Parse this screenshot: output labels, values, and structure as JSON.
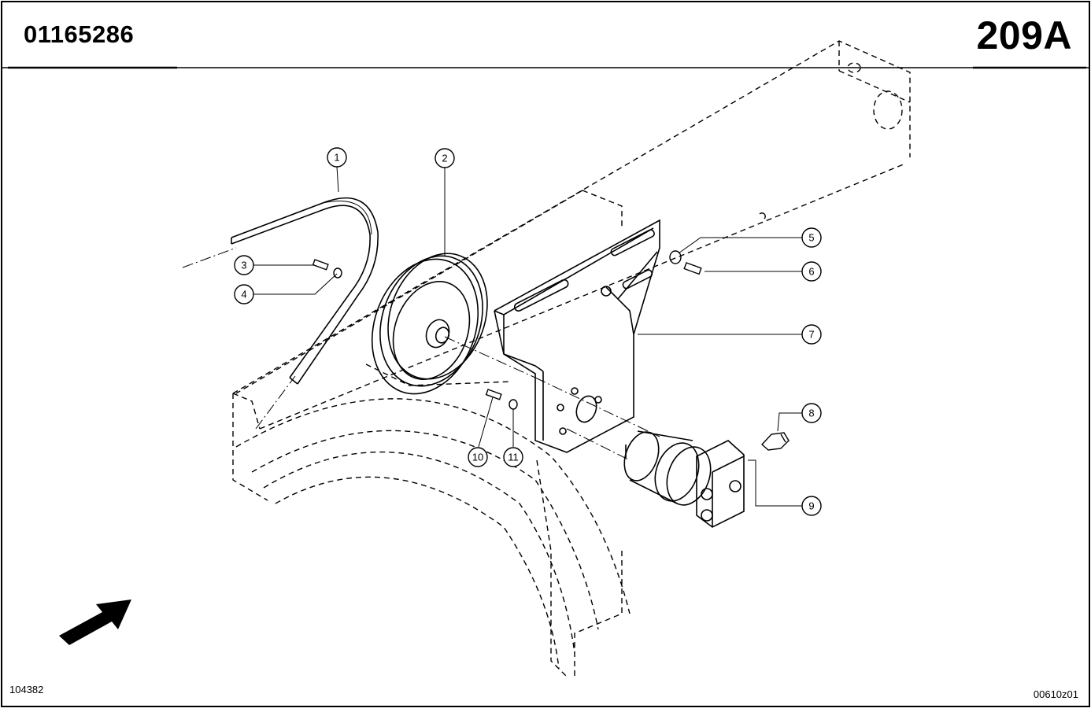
{
  "header": {
    "part_number": "01165286",
    "page_code": "209A"
  },
  "footer": {
    "drawing_number": "104382",
    "sheet_ref": "00610z01"
  },
  "callouts": [
    {
      "label": "1",
      "part": "v-belt"
    },
    {
      "label": "2",
      "part": "pulley"
    },
    {
      "label": "3",
      "part": "bolt"
    },
    {
      "label": "4",
      "part": "washer"
    },
    {
      "label": "5",
      "part": "washer"
    },
    {
      "label": "6",
      "part": "bolt"
    },
    {
      "label": "7",
      "part": "motor-bracket"
    },
    {
      "label": "8",
      "part": "hose-fitting"
    },
    {
      "label": "9",
      "part": "hydraulic-motor"
    },
    {
      "label": "10",
      "part": "bolt"
    },
    {
      "label": "11",
      "part": "washer"
    }
  ],
  "colors": {
    "ink": "#000000",
    "paper": "#ffffff"
  }
}
